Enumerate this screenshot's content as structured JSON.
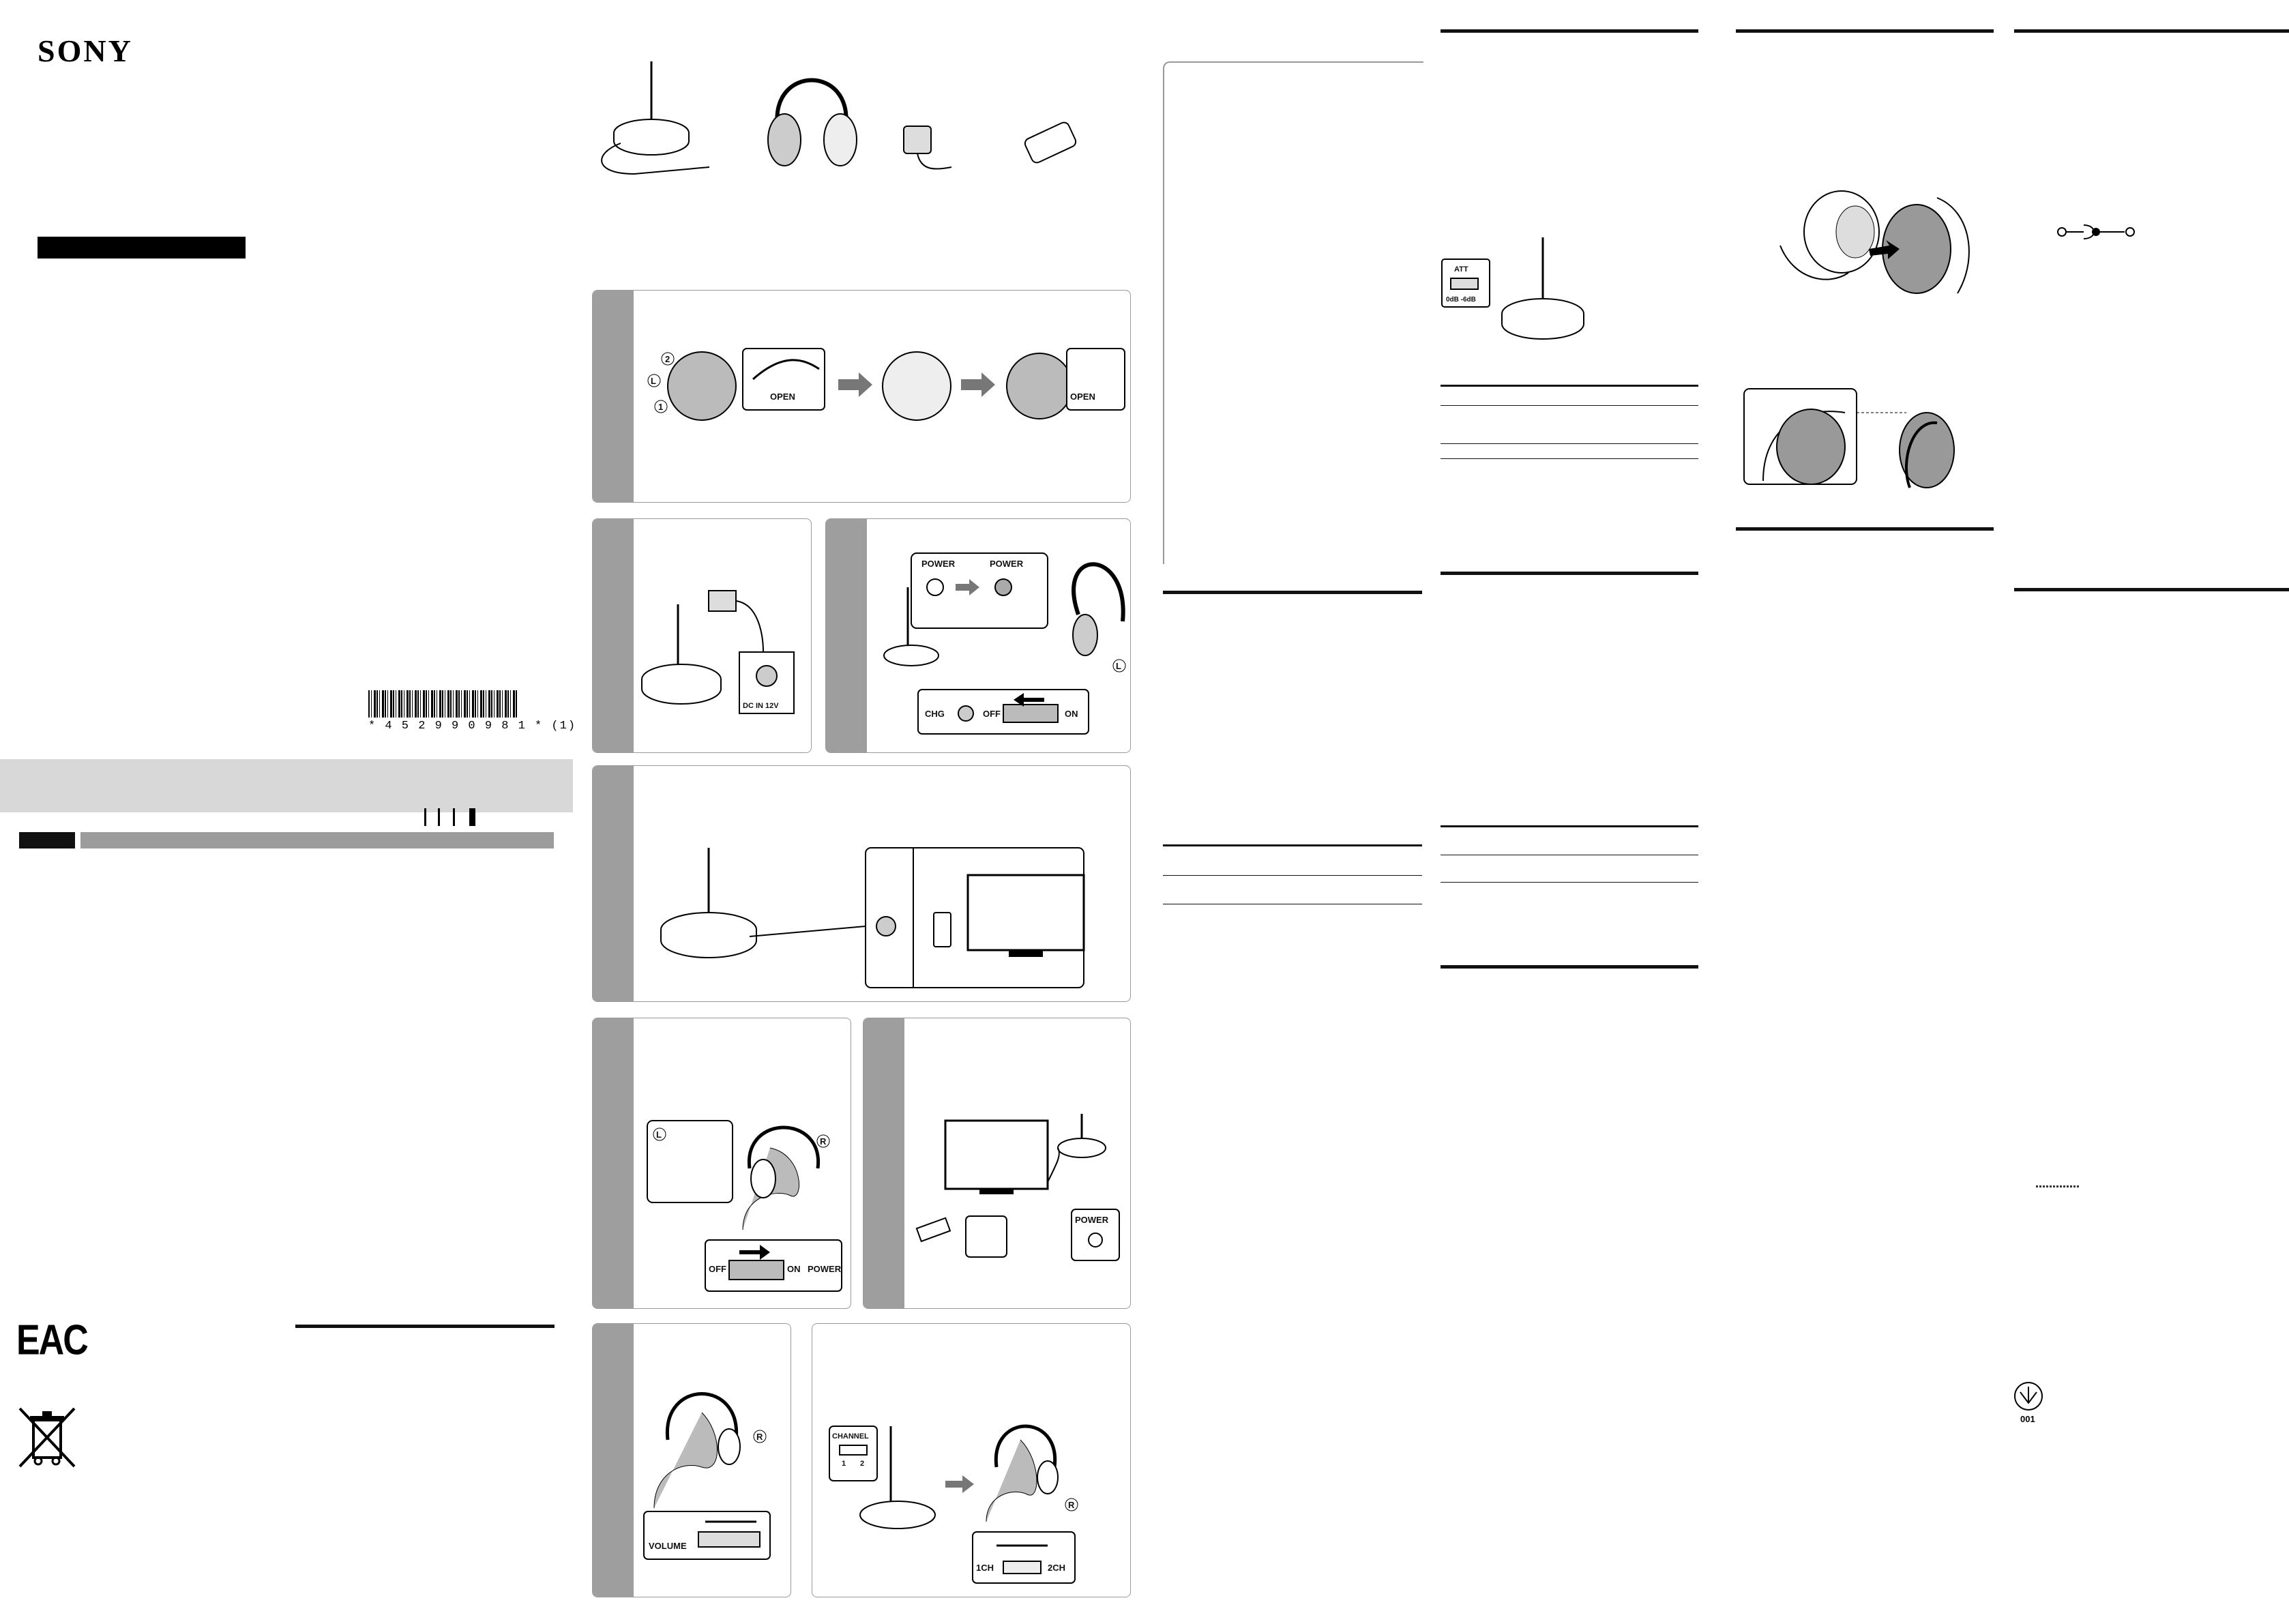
{
  "brand": "SONY",
  "barcode_number": "* 4 5 2 9 9 0 9 8 1 * (1)",
  "compliance_mark": "EAC",
  "contents": [
    "transmitter",
    "headphones",
    "ac-adapter",
    "battery"
  ],
  "step1": {
    "circle_1": "1",
    "circle_2": "2",
    "side_L": "L",
    "open_label": "OPEN"
  },
  "step2": {
    "jack_label": "DC IN 12V"
  },
  "step3": {
    "power_label_a": "POWER",
    "power_label_b": "POWER",
    "chg_label": "CHG",
    "off_label": "OFF",
    "on_label": "ON",
    "side_L": "L"
  },
  "step5": {
    "side_L": "L",
    "side_R": "R",
    "off_label": "OFF",
    "on_label": "ON",
    "power_label": "POWER"
  },
  "step6": {
    "power_label": "POWER"
  },
  "step7": {
    "volume_label": "VOLUME",
    "side_R": "R"
  },
  "step8": {
    "channel_label": "CHANNEL",
    "ch_1": "1",
    "ch_2": "2",
    "ch_1_label": "1CH",
    "ch_2_label": "2CH",
    "side_R": "R"
  },
  "att": {
    "att_label": "ATT",
    "levels": "0dB -6dB"
  },
  "emblem_number": "001"
}
